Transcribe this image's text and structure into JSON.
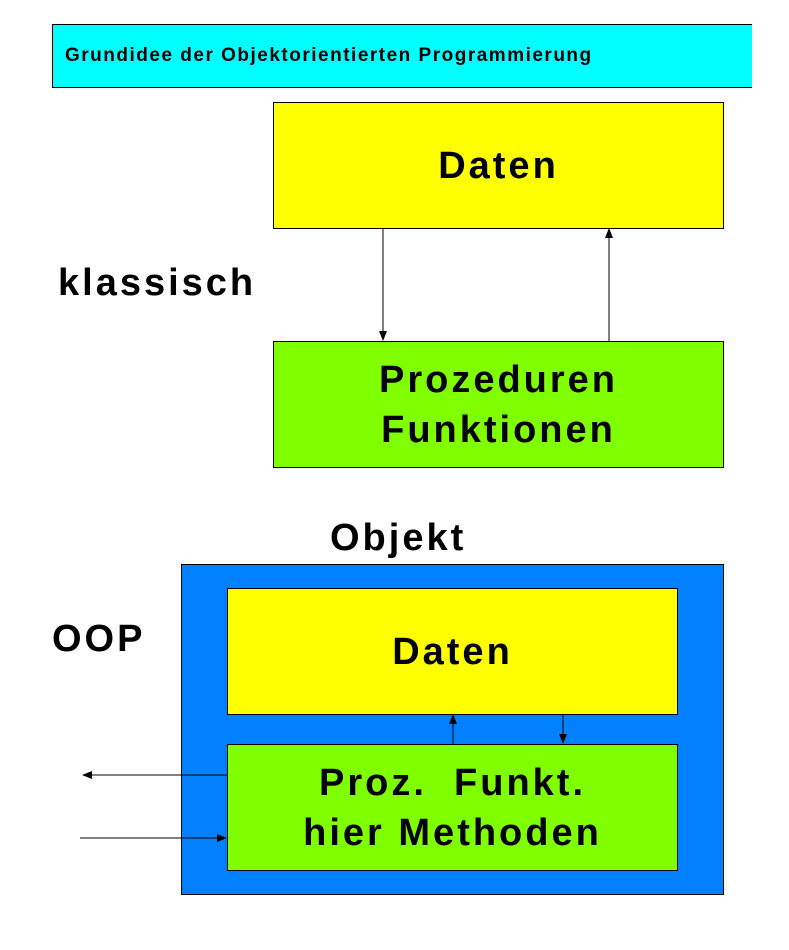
{
  "title": "Grundidee der Objektorientierten Programmierung",
  "classic": {
    "label": "klassisch",
    "data_box": "Daten",
    "proc_line1": "Prozeduren",
    "proc_line2": "Funktionen"
  },
  "oop": {
    "label": "OOP",
    "object_label": "Objekt",
    "data_box": "Daten",
    "proc_line1": "Proz.  Funkt.",
    "proc_line2": "hier Methoden"
  },
  "colors": {
    "title_bg": "#00FFFF",
    "data": "#FFFF00",
    "proc": "#80FF00",
    "object": "#0080FF"
  }
}
